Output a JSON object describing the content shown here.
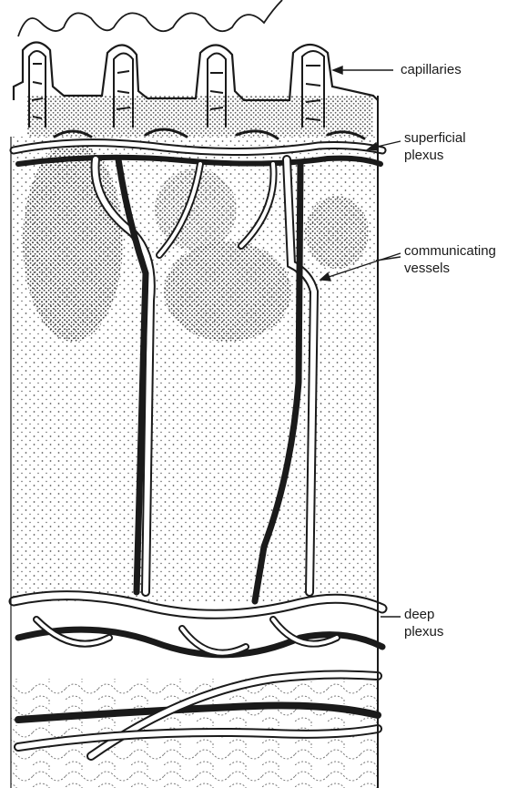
{
  "labels": {
    "capillaries": "capillaries",
    "superficial_plexus": "superficial\nplexus",
    "communicating_vessels": "communicating\nvessels",
    "deep_plexus": "deep\nplexus"
  },
  "colors": {
    "ink": "#1a1a1a",
    "paper": "#ffffff",
    "stipple": "#3a3a3a"
  }
}
